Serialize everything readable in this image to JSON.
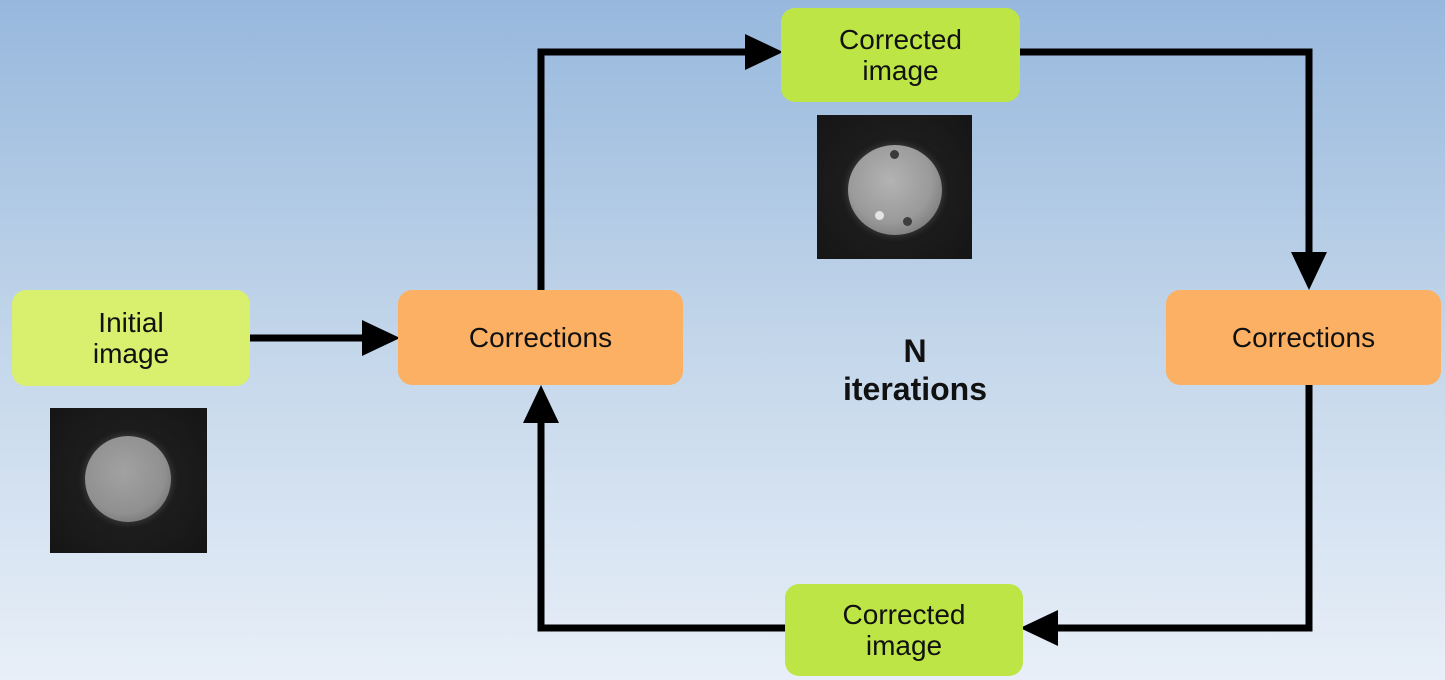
{
  "nodes": {
    "initial": {
      "label": "Initial\nimage"
    },
    "corrections_left": {
      "label": "Corrections"
    },
    "corrected_top": {
      "label": "Corrected\nimage"
    },
    "corrections_right": {
      "label": "Corrections"
    },
    "corrected_bottom": {
      "label": "Corrected\nimage"
    }
  },
  "loop_label": {
    "line1": "N",
    "line2": "iterations"
  },
  "colors": {
    "initial_fill": "#d9ef6e",
    "corrected_fill": "#bde545",
    "corrections_fill": "#fbb064",
    "arrow": "#000000"
  },
  "images": {
    "initial_thumbnail": "grayscale-disc-image",
    "corrected_thumbnail": "grayscale-disc-image-with-spots"
  }
}
